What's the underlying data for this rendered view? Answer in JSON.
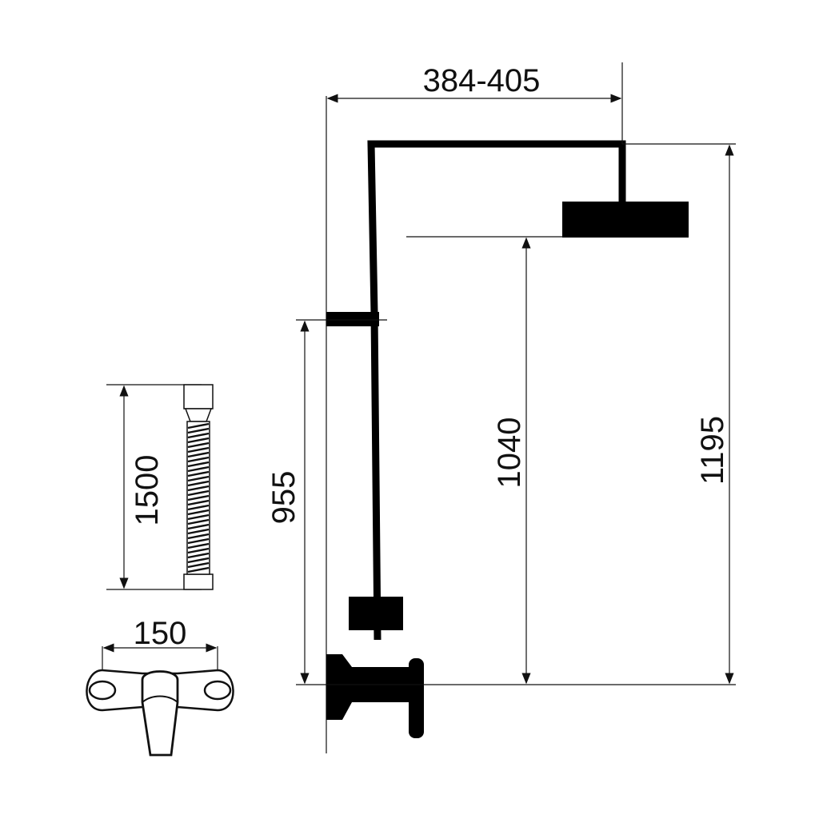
{
  "dimensions": {
    "arm_reach": "384-405",
    "head_height": "1040",
    "total_height": "1195",
    "bracket_height": "955",
    "hose_length": "1500",
    "mixer_spacing": "150"
  },
  "colors": {
    "line": "#000000",
    "background": "#ffffff"
  }
}
